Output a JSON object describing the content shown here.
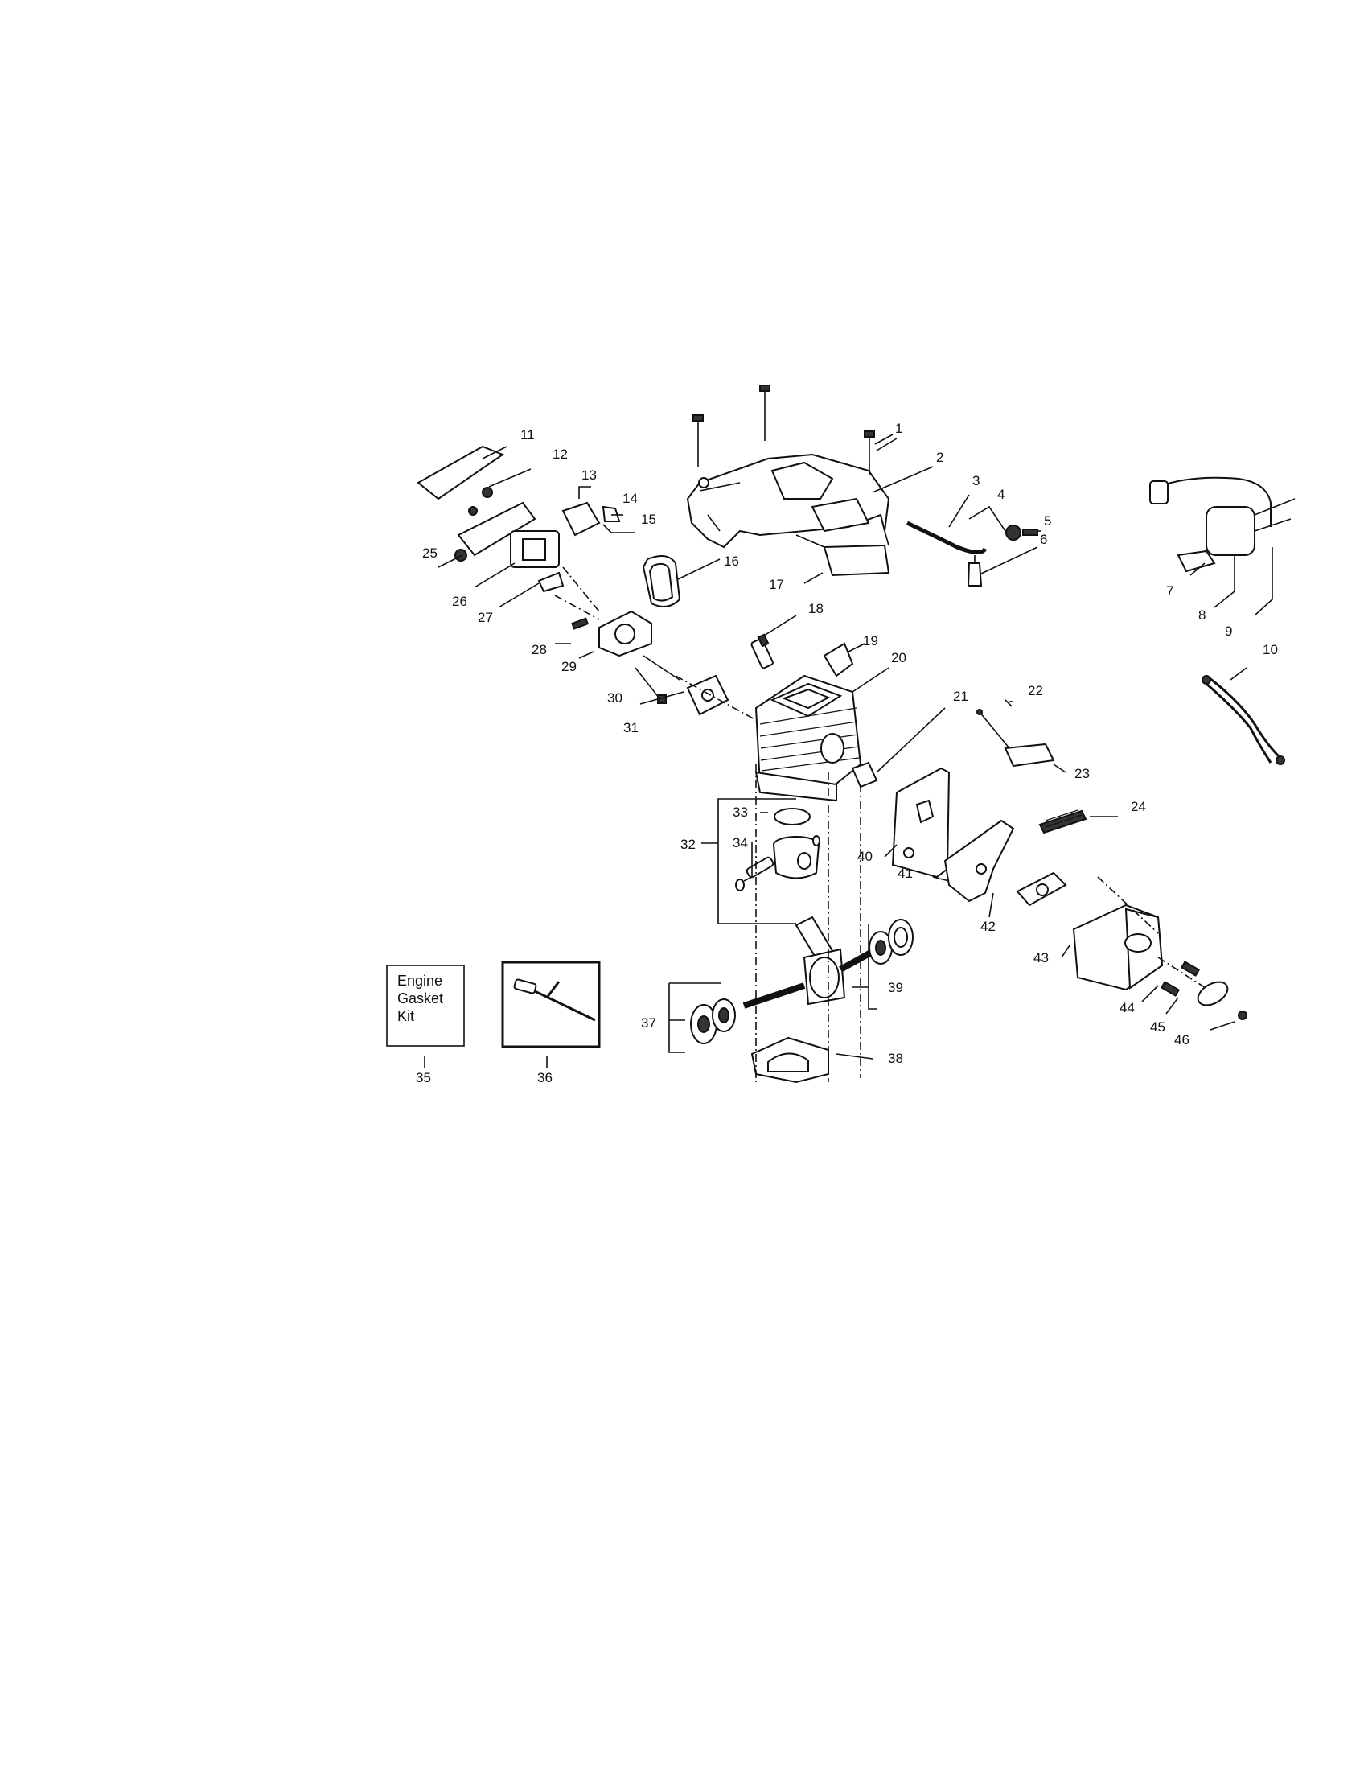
{
  "parts": {
    "p1": "1",
    "p2": "2",
    "p3": "3",
    "p4": "4",
    "p5": "5",
    "p6": "6",
    "p7": "7",
    "p8": "8",
    "p9": "9",
    "p10": "10",
    "p11": "11",
    "p12": "12",
    "p13": "13",
    "p14": "14",
    "p15": "15",
    "p16": "16",
    "p17": "17",
    "p18": "18",
    "p19": "19",
    "p20": "20",
    "p21": "21",
    "p22": "22",
    "p23": "23",
    "p24": "24",
    "p25": "25",
    "p26": "26",
    "p27": "27",
    "p28": "28",
    "p29": "29",
    "p30": "30",
    "p31": "31",
    "p32": "32",
    "p33": "33",
    "p34": "34",
    "p35": "35",
    "p36": "36",
    "p37": "37",
    "p38": "38",
    "p39": "39",
    "p40": "40",
    "p41": "41",
    "p42": "42",
    "p43": "43",
    "p44": "44",
    "p45": "45",
    "p46": "46"
  },
  "kit_box": {
    "line1": "Engine",
    "line2": "Gasket",
    "line3": "Kit"
  }
}
